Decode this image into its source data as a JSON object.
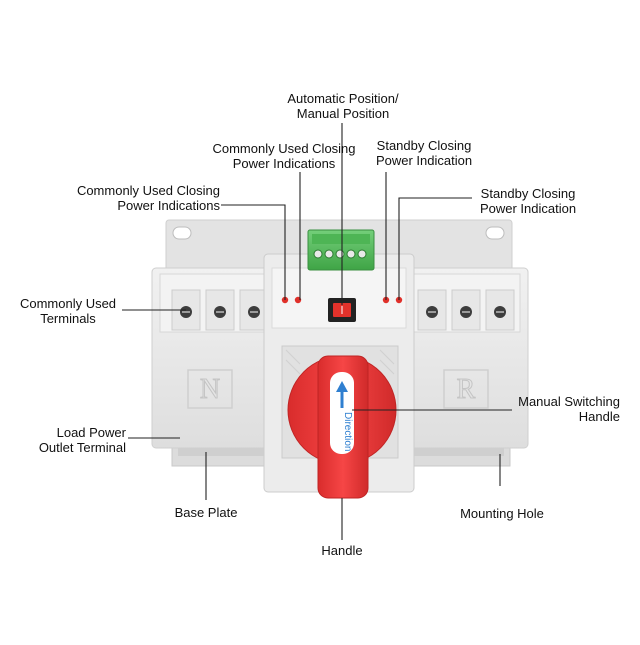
{
  "colors": {
    "housing": "#e9e9e9",
    "housing_shadow": "#d2d2d2",
    "handle": "#f03a3a",
    "handle_dark": "#c92626",
    "knob_face": "#ffffff",
    "arrow": "#2f7fd0",
    "terminal_block": "#5cbf63",
    "indicator": "#e0302a",
    "leader_line": "#222222",
    "label_text": "#111111"
  },
  "device": {
    "left_module_letter": "N",
    "right_module_letter": "R",
    "handle_text": "Direction"
  },
  "callouts": {
    "auto_manual": [
      "Automatic Position/",
      "Manual Position"
    ],
    "common_closing_upper": [
      "Commonly Used Closing",
      "Power Indications"
    ],
    "common_closing_lower": [
      "Commonly Used Closing",
      "Power Indications"
    ],
    "standby_closing_upper": [
      "Standby Closing",
      "Power Indication"
    ],
    "standby_closing_lower": [
      "Standby Closing",
      "Power Indication"
    ],
    "common_terminals": [
      "Commonly Used",
      "Terminals"
    ],
    "manual_switching": [
      "Manual Switching",
      "Handle"
    ],
    "load_power": [
      "Load Power",
      "Outlet Terminal"
    ],
    "base_plate": [
      "Base Plate"
    ],
    "mounting_hole": [
      "Mounting Hole"
    ],
    "handle": [
      "Handle"
    ]
  }
}
